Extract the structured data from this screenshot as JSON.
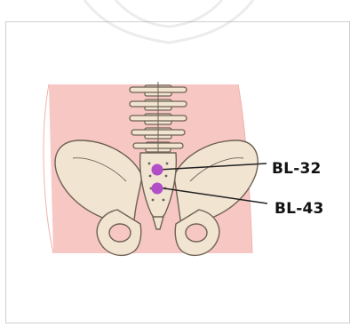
{
  "points": [
    {
      "id": "bl32",
      "label": "BL-32",
      "color": "#b24fc8"
    },
    {
      "id": "bl43",
      "label": "BL-43",
      "color": "#b24fc8"
    }
  ],
  "colors": {
    "skin": "#f7c7c4",
    "bone": "#f1e4d1",
    "bone_outline": "#6f6254",
    "leader_line": "#222222",
    "frame": "#cfcfcf"
  }
}
